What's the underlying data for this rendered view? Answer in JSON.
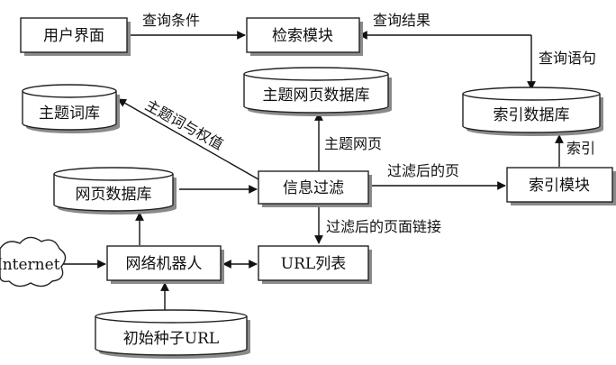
{
  "nodes": {
    "user_interface": "用户界面",
    "retrieval_module": "检索模块",
    "topic_word_db": "主题词库",
    "topic_page_db": "主题网页数据库",
    "index_db": "索引数据库",
    "web_page_db": "网页数据库",
    "info_filter": "信息过滤",
    "index_module": "索引模块",
    "internet": "Internet",
    "web_crawler": "网络机器人",
    "url_list": "URL列表",
    "seed_url": "初始种子URL"
  },
  "edges": {
    "query_conditions": "查询条件",
    "query_results": "查询结果",
    "query_statement": "查询语句",
    "topic_word_weight": "主题词与权值",
    "topic_pages": "主题网页",
    "filtered_pages": "过滤后的页",
    "index": "索引",
    "filtered_page_links": "过滤后的页面链接"
  }
}
